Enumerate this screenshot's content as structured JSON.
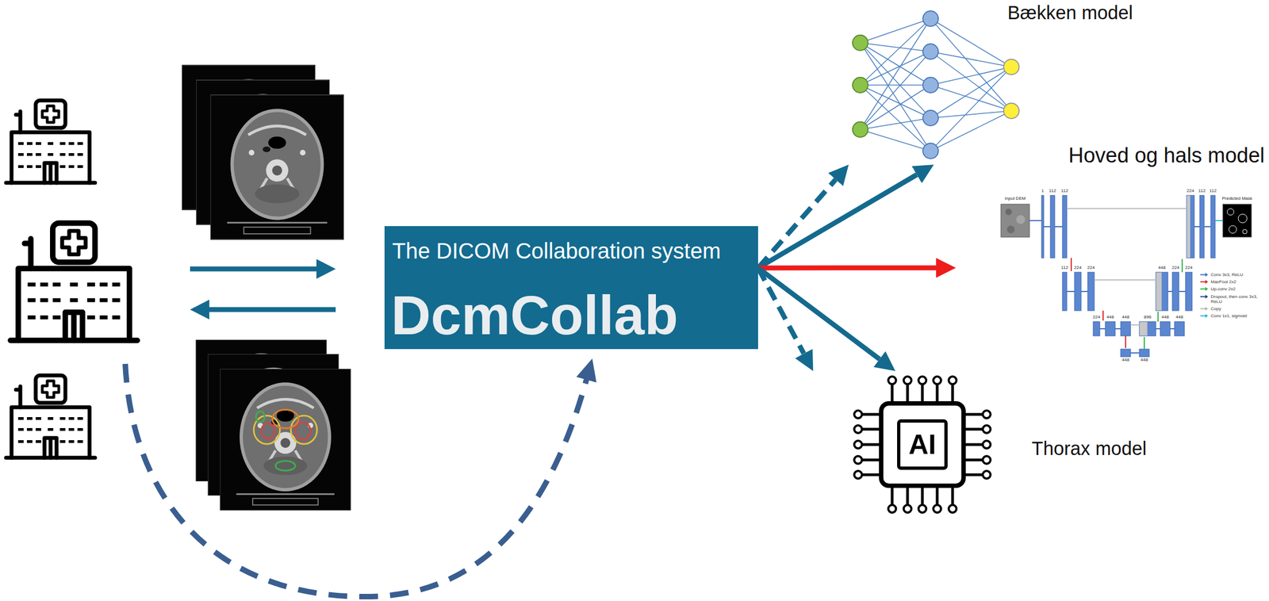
{
  "diagram": {
    "nodes": [
      {
        "text": [
          "The DICOM Collaboration system",
          "DcmCollab"
        ]
      },
      {
        "text": [
          "Bækken model"
        ]
      },
      {
        "text": [
          "Hoved og hals model"
        ]
      },
      {
        "text": [
          "Thorax model"
        ]
      }
    ],
    "edges": [
      {
        "from": 0,
        "to": 1,
        "arrow": "to"
      },
      {
        "from": 0,
        "to": 1,
        "arrow": "to"
      },
      {
        "from": 0,
        "to": 2,
        "arrow": "to"
      },
      {
        "from": 0,
        "to": 3,
        "arrow": "to"
      },
      {
        "from": 0,
        "to": 3,
        "arrow": "to"
      }
    ],
    "labels": [
      "Input DEM",
      "Predicted Mask",
      "1",
      "112",
      "112",
      "224",
      "112",
      "112",
      "112",
      "224",
      "224",
      "448",
      "224",
      "224",
      "224",
      "448",
      "448",
      "896",
      "448",
      "448",
      "448",
      "448",
      "AI"
    ],
    "legend": [
      {
        "text": "Conv 3x3, ReLU"
      },
      {
        "text": "MaxPool 2x2"
      },
      {
        "text": "Up-conv 2x2"
      },
      {
        "text": "Dropout, then conv 3x3, ReLU"
      },
      {
        "text": "Copy"
      },
      {
        "text": "Conv 1x1, sigmoid"
      }
    ]
  }
}
